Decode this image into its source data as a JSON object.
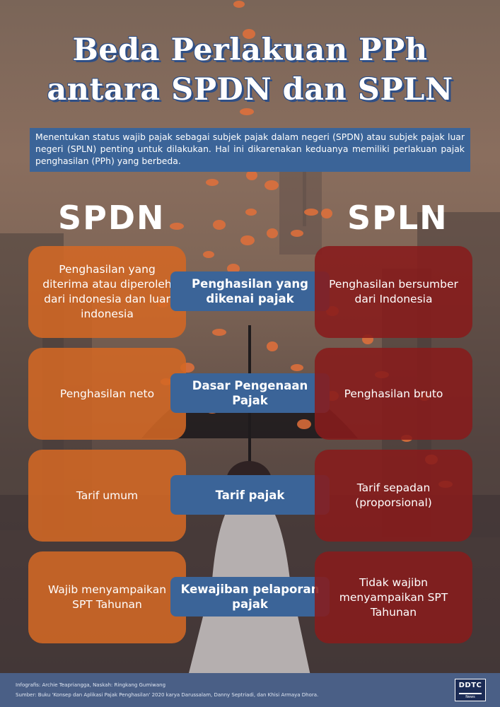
{
  "title": {
    "line1": "Beda Perlakuan PPh",
    "line2": "antara SPDN dan SPLN"
  },
  "intro": "Menentukan status wajib pajak sebagai subjek pajak dalam negeri (SPDN) atau subjek pajak luar negeri (SPLN) penting untuk dilakukan. Hal ini dikarenakan keduanya memiliki perlakuan pajak penghasilan (PPh) yang berbeda.",
  "columns": {
    "left": "SPDN",
    "right": "SPLN"
  },
  "rows": [
    {
      "category": "Penghasilan yang dikenai pajak",
      "spdn": "Penghasilan yang diterima atau diperoleh dari indonesia dan luar indonesia",
      "spln": "Penghasilan bersumber dari Indonesia"
    },
    {
      "category": "Dasar Pengenaan Pajak",
      "spdn": "Penghasilan neto",
      "spln": "Penghasilan bruto"
    },
    {
      "category": "Tarif pajak",
      "spdn": "Tarif umum",
      "spln": "Tarif sepadan (proporsional)"
    },
    {
      "category": "Kewajiban pelaporan pajak",
      "spdn": "Wajib menyampaikan SPT Tahunan",
      "spln": "Tidak wajibn menyampaikan SPT Tahunan"
    }
  ],
  "footer": {
    "credits": "Infografis: Archie Teapriangga, Naskah: Ringkang Gumiwang",
    "source": "Sumber: Buku 'Konsep dan Aplikasi Pajak Penghasilan' 2020 karya Darussalam, Danny Septriadi, dan Khisi Armaya Dhora."
  },
  "logo": {
    "text": "DDTC",
    "sub": "News"
  },
  "colors": {
    "spdn": "#d36824",
    "spln": "#881b1b",
    "accent": "#3b6498",
    "coin": "#e2703a"
  }
}
